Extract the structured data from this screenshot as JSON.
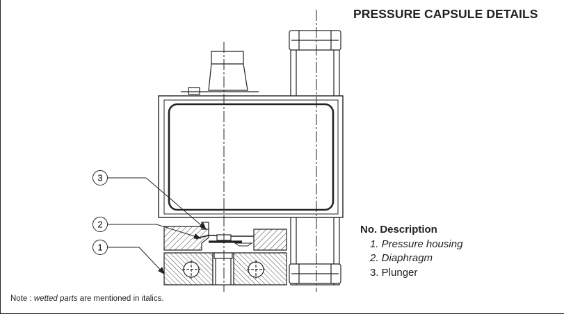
{
  "title": "PRESSURE CAPSULE DETAILS",
  "legend": {
    "header": "No. Description",
    "items": [
      {
        "label": "1. Pressure housing",
        "wetted": true
      },
      {
        "label": "2. Diaphragm",
        "wetted": true
      },
      {
        "label": "3. Plunger",
        "wetted": false
      }
    ]
  },
  "callouts": [
    "1",
    "2",
    "3"
  ],
  "note": {
    "prefix": "Note : ",
    "emphasis": "wetted parts",
    "suffix": " are mentioned in italics."
  }
}
